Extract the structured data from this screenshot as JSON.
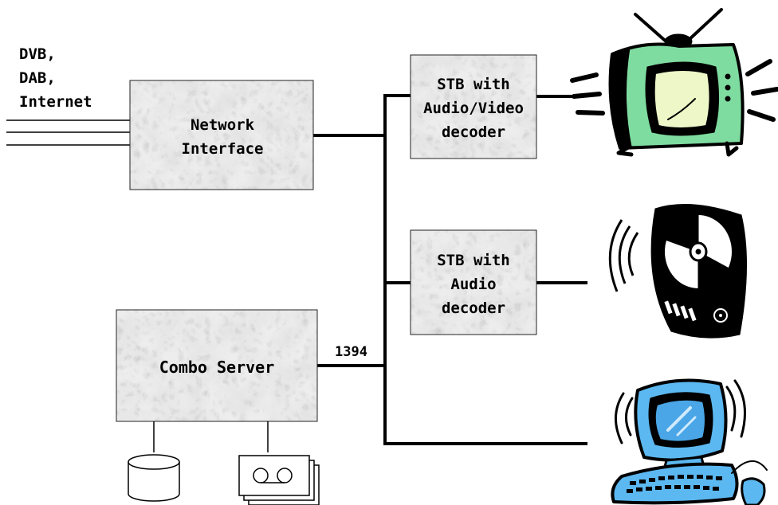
{
  "inputs": {
    "line1": "DVB,",
    "line2": "DAB,",
    "line3": "Internet"
  },
  "network_interface": {
    "line1": "Network",
    "line2": "Interface"
  },
  "stb_av": {
    "line1": "STB with",
    "line2": "Audio/Video",
    "line3": "decoder"
  },
  "stb_audio": {
    "line1": "STB with",
    "line2": "Audio",
    "line3": "decoder"
  },
  "combo_server": {
    "label": "Combo Server"
  },
  "bus": {
    "label": "1394"
  },
  "icons": {
    "tv": "television-icon",
    "cd": "cd-player-icon",
    "pc": "computer-icon",
    "disk": "disk-storage-icon",
    "tape": "tape-storage-icon"
  }
}
